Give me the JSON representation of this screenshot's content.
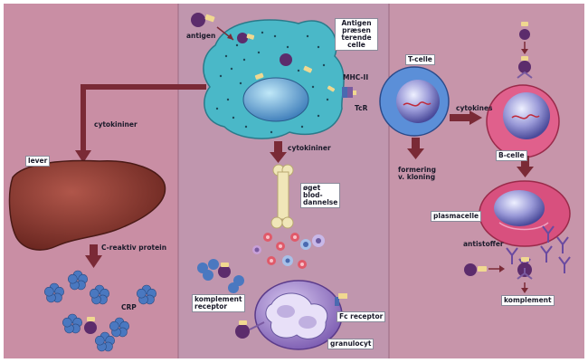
{
  "labels": {
    "antigen": "antigen",
    "apc": [
      "Antigen",
      "præsen",
      "terende",
      "celle"
    ],
    "mhc": "MHC-II",
    "tcr": "TcR",
    "tcell": "T-celle",
    "cytokines": "cytokines",
    "bcell": "B-celle",
    "formering": [
      "formering",
      "v. kloning"
    ],
    "plasmacelle": "plasmacelle",
    "antistoffer": "antistoffer",
    "komplement": "komplement",
    "cytokininer_left": "cytokininer",
    "cytokininer_mid": "cytokininer",
    "lever": "lever",
    "crp_protein": "C-reaktiv protein",
    "crp": "CRP",
    "blod": [
      "øget",
      "blod-",
      "dannelse"
    ],
    "komplement_receptor": [
      "komplement",
      "receptor"
    ],
    "fc_receptor": "Fc receptor",
    "granulocyt": "granulocyt"
  },
  "colors": {
    "panel_left": "#c98ea4",
    "panel_mid": "#c096ae",
    "panel_right": "#c795aa",
    "apc_fill": "#4ab8c8",
    "tcell_fill": "#5b8fd8",
    "bcell_fill": "#e0608c",
    "plasma_fill": "#d8507e",
    "liver_fill": "#8a3a2e",
    "granulocyte_fill": "#9a7ec8",
    "arrow_fill": "#7a2a36",
    "crp_fill": "#4a78c0",
    "antigen_fill": "#5c2c6c"
  }
}
